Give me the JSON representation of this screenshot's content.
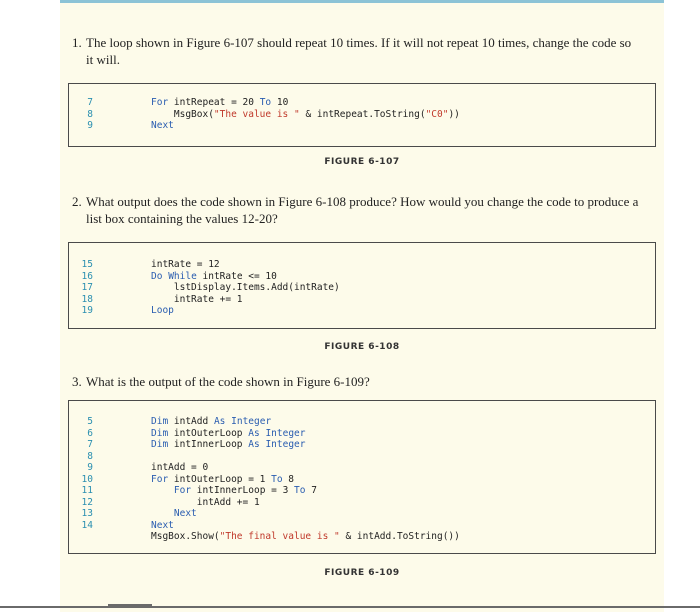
{
  "q1": {
    "number": "1.",
    "line1": "The loop shown in Figure 6-107 should repeat 10 times. If it will not repeat 10 times, change the code so",
    "line2": "it will."
  },
  "code1": {
    "lines": [
      {
        "n": "7",
        "t": "For intRepeat = 20 To 10"
      },
      {
        "n": "8",
        "t": "    MsgBox(\"The value is \" & intRepeat.ToString(\"C0\"))"
      },
      {
        "n": "9",
        "t": "Next"
      }
    ]
  },
  "fig1": "FIGURE 6-107",
  "q2": {
    "number": "2.",
    "line1": "What output does the code shown in Figure 6-108 produce? How would you change the code to produce a",
    "line2": "list box containing the values 12-20?"
  },
  "code2": {
    "lines": [
      {
        "n": "15",
        "t": "intRate = 12"
      },
      {
        "n": "16",
        "t": "Do While intRate <= 10"
      },
      {
        "n": "17",
        "t": "    lstDisplay.Items.Add(intRate)"
      },
      {
        "n": "18",
        "t": "    intRate += 1"
      },
      {
        "n": "19",
        "t": "Loop"
      }
    ]
  },
  "fig2": "FIGURE 6-108",
  "q3": {
    "number": "3.",
    "line1": "What is the output of the code shown in Figure 6-109?"
  },
  "code3": {
    "lines": [
      {
        "n": "5",
        "t": "Dim intAdd As Integer"
      },
      {
        "n": "6",
        "t": "Dim intOuterLoop As Integer"
      },
      {
        "n": "7",
        "t": "Dim intInnerLoop As Integer"
      },
      {
        "n": "8",
        "t": ""
      },
      {
        "n": "9",
        "t": "intAdd = 0"
      },
      {
        "n": "10",
        "t": "For intOuterLoop = 1 To 8"
      },
      {
        "n": "11",
        "t": "    For intInnerLoop = 3 To 7"
      },
      {
        "n": "12",
        "t": "        intAdd += 1"
      },
      {
        "n": "13",
        "t": "    Next"
      },
      {
        "n": "14",
        "t": "Next"
      },
      {
        "n": "",
        "t": "MsgBox.Show(\"The final value is \" & intAdd.ToString())"
      }
    ]
  },
  "fig3": "FIGURE 6-109",
  "colors": {
    "keyword": "#2a5db0",
    "string": "#c0392b",
    "line_number": "#2a8fb0",
    "page_background": "#fdfbea"
  }
}
